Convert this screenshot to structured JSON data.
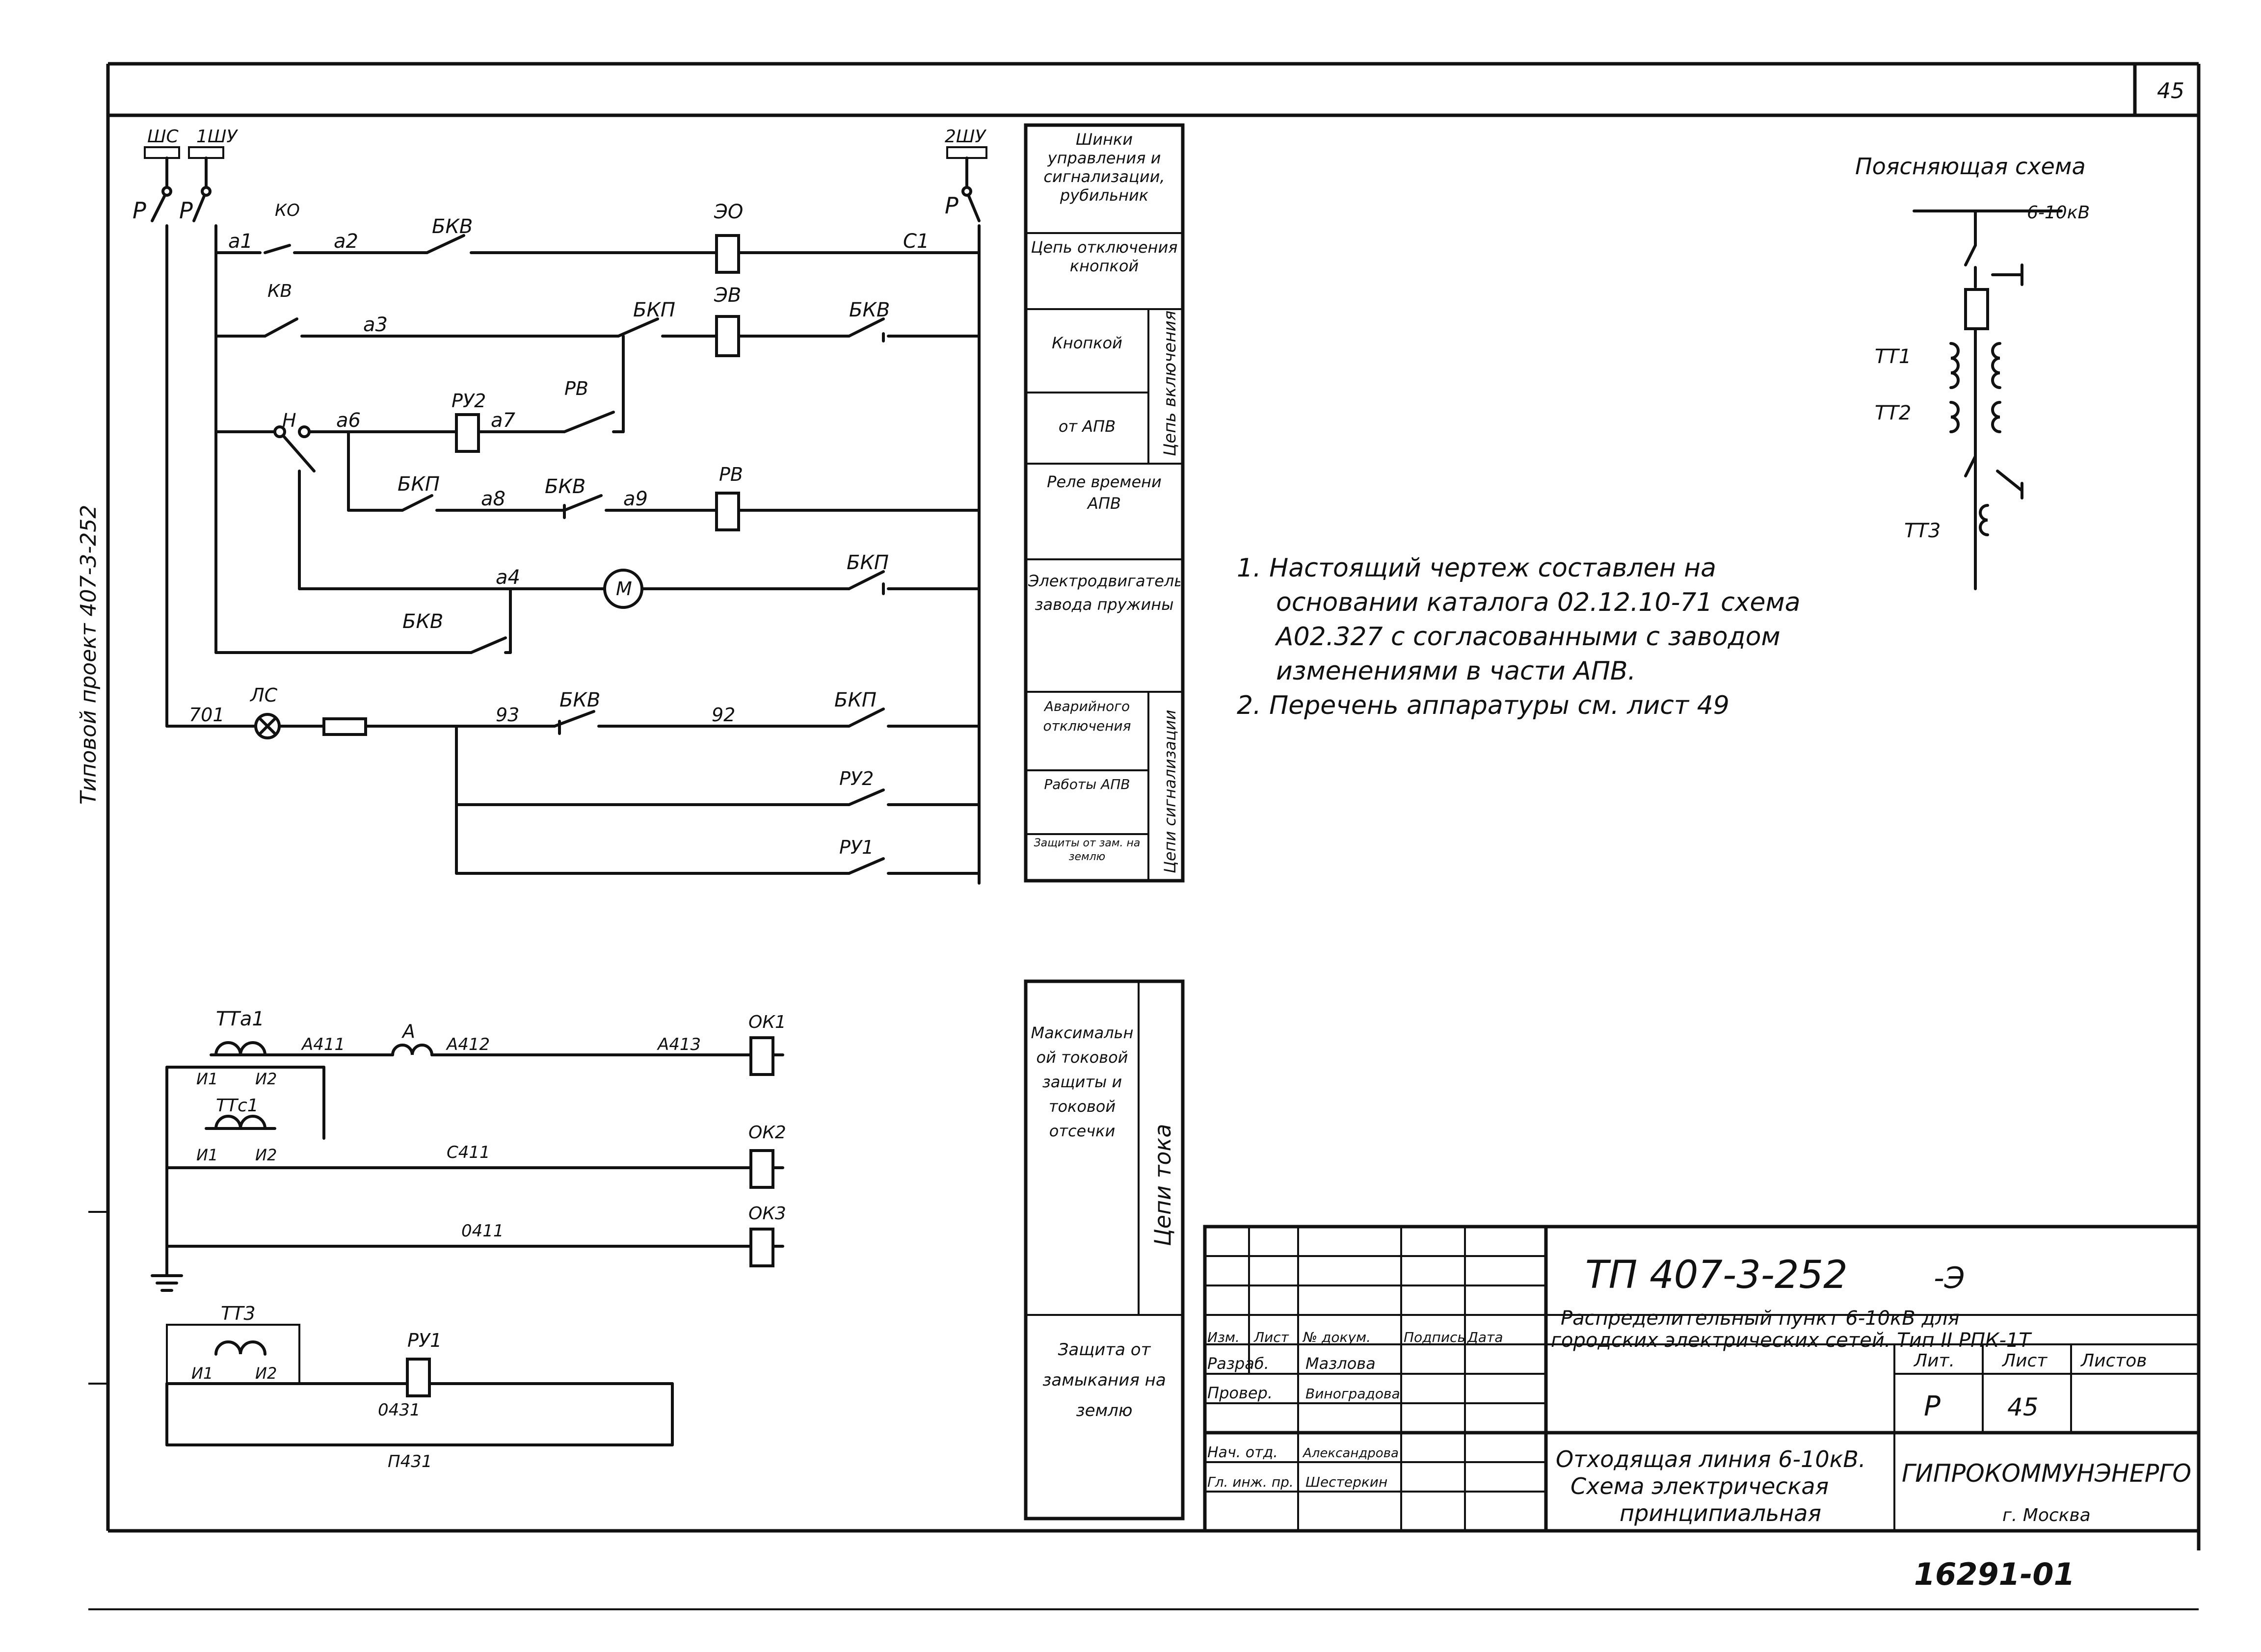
{
  "sheet": {
    "number": "45",
    "side_label": "Типовой проект 407-3-252",
    "bottom_code": "16291-01"
  },
  "explanatory": {
    "title": "Поясняющая схема",
    "voltage": "6-10кВ",
    "tt1": "ТТ1",
    "tt2": "ТТ2",
    "tt3": "ТТ3"
  },
  "notes": [
    "1.  Настоящий чертеж составлен на",
    "основании каталога 02.12.10-71 схема",
    "А02.327 с согласованными с заводом",
    "изменениями в части АПВ.",
    "2.  Перечень аппаратуры см. лист 49"
  ],
  "side_table": {
    "buses": "Шинки управления и сигнализации, рубильник",
    "trip_button": "Цепь отключения кнопкой",
    "by_button": "Кнопкой",
    "from_apv": "от АПВ",
    "close_circuit": "Цепь включения",
    "relay_time": "Реле времени АПВ",
    "motor": "Электродвигатель завода пружины",
    "emergency": "Аварийного отключения",
    "apv_work": "Работы АПВ",
    "ground_protect": "Защиты от зам. на землю",
    "signal_circuits": "Цепи сигнализации",
    "max_protect": "Максимальной токовой защиты и токовой отсечки",
    "current_circuits": "Цепи тока",
    "earth_protect": "Защита от замыкания на землю"
  },
  "labels": {
    "shc": "ШС",
    "shu1": "1ШУ",
    "shu2": "2ШУ",
    "p1": "Р",
    "p2": "Р",
    "p3": "Р",
    "a1": "а1",
    "a2": "а2",
    "a3": "а3",
    "a4": "а4",
    "a6": "а6",
    "a7": "а7",
    "a8": "а8",
    "a9": "а9",
    "c1": "С1",
    "ko": "КО",
    "kv": "КВ",
    "bkv1": "БКВ",
    "bkp1": "БКП",
    "bkv2": "БКВ",
    "ru2": "РУ2",
    "rv1": "РВ",
    "bkp2": "БКП",
    "bkv3": "БКВ",
    "rv2": "РВ",
    "bkp3": "БКП",
    "bkv4": "БКВ",
    "eo": "ЭО",
    "ev": "ЭВ",
    "n": "Н",
    "m": "М",
    "l701": "701",
    "lc": "ЛС",
    "l93": "93",
    "bkv5": "БКВ",
    "l92": "92",
    "bkp4": "БКП",
    "ru2b": "РУ2",
    "ru1b": "РУ1",
    "tta1": "ТТа1",
    "ttc1": "ТТс1",
    "a411": "А411",
    "a_coil": "А",
    "a412": "А412",
    "a413": "А413",
    "ok1": "ОК1",
    "ok2": "ОК2",
    "ok3": "ОК3",
    "c411": "С411",
    "o411": "0411",
    "i1a": "И1",
    "i2a": "И2",
    "i1b": "И1",
    "i2b": "И2",
    "tt3b": "ТТ3",
    "ru1": "РУ1",
    "i1c": "И1",
    "i2c": "И2",
    "o431": "0431",
    "p431": "П431"
  },
  "title_block": {
    "code": "ТП 407-3-252",
    "suffix": "-Э",
    "project": "Распределительный пункт 6-10кВ для",
    "project2": "городских электрических сетей. Тип II РПК-1Т",
    "col_izm": "Изм.",
    "col_list": "Лист",
    "col_doc": "№ докум.",
    "col_sign": "Подпись",
    "col_date": "Дата",
    "role_dev": "Разраб.",
    "name_dev": "Мазлова",
    "role_check": "Провер.",
    "name_check": "Виноградова",
    "role_head": "Нач. отд.",
    "name_head": "Александрова",
    "role_chief": "Гл. инж. пр.",
    "name_chief": "Шестеркин",
    "lit_label": "Лит.",
    "sheet_label": "Лист",
    "sheets_label": "Листов",
    "lit_value": "Р",
    "sheet_value": "45",
    "drawing_title": "Отходящая линия 6-10кВ.",
    "drawing_title2": "Схема электрическая",
    "drawing_title3": "принципиальная",
    "org": "ГИПРОКОММУНЭНЕРГО",
    "city": "г. Москва"
  }
}
